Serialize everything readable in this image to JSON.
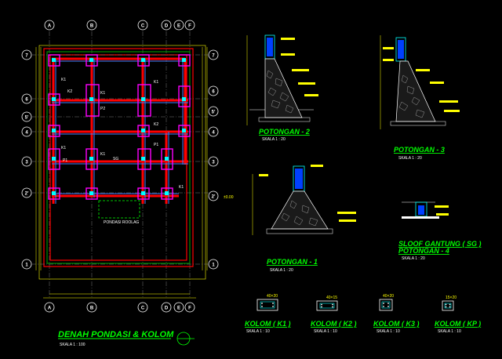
{
  "plan": {
    "title": "DENAH PONDASI & KOLOM",
    "scale": "SKALA 1 : 100",
    "pondasi_note": "PONDASI ROOLAG",
    "dim_label": "±0.00",
    "grid_top": [
      "A",
      "B",
      "C",
      "D",
      "E",
      "F"
    ],
    "grid_bottom": [
      "A",
      "B",
      "C",
      "D",
      "E",
      "F"
    ],
    "grid_left": [
      "7",
      "6",
      "5'",
      "4",
      "3",
      "2'",
      "1"
    ],
    "grid_right": [
      "7",
      "6",
      "5'",
      "4",
      "3",
      "2'",
      "1"
    ],
    "label_k1": "K1",
    "label_k2": "K2",
    "label_p1": "P1",
    "label_p2": "P2",
    "label_sg": "SG"
  },
  "sections": {
    "potongan2": {
      "title": "POTONGAN - 2",
      "scale": "SKALA 1 : 20"
    },
    "potongan3": {
      "title": "POTONGAN - 3",
      "scale": "SKALA 1 : 20"
    },
    "potongan1": {
      "title": "POTONGAN - 1",
      "scale": "SKALA 1 : 20"
    },
    "potongan4": {
      "title_line1": "SLOOF GANTUNG ( SG )",
      "title_line2": "POTONGAN - 4",
      "scale": "SKALA 1 : 20"
    }
  },
  "kolom": [
    {
      "title": "KOLOM ( K1 )",
      "scale": "SKALA 1 : 10",
      "dim": "40×20"
    },
    {
      "title": "KOLOM ( K2 )",
      "scale": "SKALA 1 : 10",
      "dim": "40×15"
    },
    {
      "title": "KOLOM ( K3 )",
      "scale": "SKALA 1 : 10",
      "dim": "40×20"
    },
    {
      "title": "KOLOM ( KP )",
      "scale": "SKALA 1 : 10",
      "dim": "15×20"
    }
  ],
  "colors": {
    "background": "#000000",
    "grid_bubble": "#ffffff",
    "foundation_outer": "#ff0000",
    "foundation_inner": "#00aa00",
    "sloof": "#ff0000",
    "dimension": "#ffff00",
    "column": "#ff00ff",
    "rebar": "#4080ff",
    "annotation": "#00ffff",
    "title": "#00ff00"
  }
}
